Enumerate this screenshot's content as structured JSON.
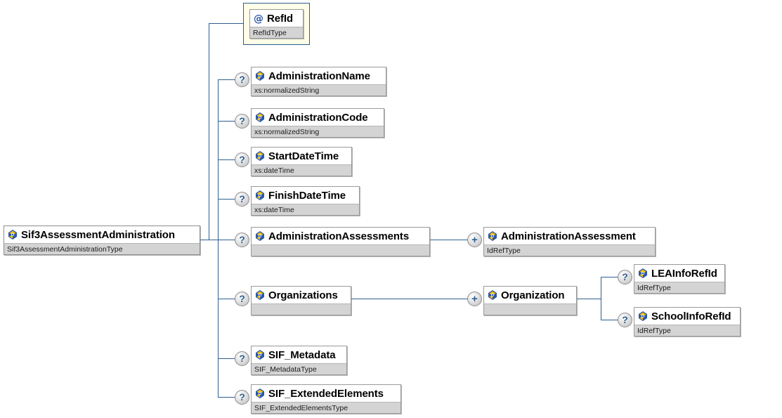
{
  "diagram": {
    "title": "Sif3AssessmentAdministration",
    "kind": "xml-schema-tree",
    "colors": {
      "line": "#2e5f8f",
      "node_border": "#9a9a9a",
      "type_bar": "#d4d4d4",
      "attribute_frame_fill": "#fdfde8",
      "marker_glyph": "#2e5f8f"
    },
    "markers": {
      "optional": "?",
      "expand": "+",
      "attribute_icon": "@",
      "element_icon": "element-diamond-icon"
    }
  },
  "root": {
    "name": "Sif3AssessmentAdministration",
    "type": "Sif3AssessmentAdministrationType"
  },
  "attributes": [
    {
      "name": "RefId",
      "type": "RefIdType",
      "icon": "at-sign-icon",
      "optional": false
    }
  ],
  "children": [
    {
      "name": "AdministrationName",
      "type": "xs:normalizedString",
      "optional": true,
      "expandable": false
    },
    {
      "name": "AdministrationCode",
      "type": "xs:normalizedString",
      "optional": true,
      "expandable": false
    },
    {
      "name": "StartDateTime",
      "type": "xs:dateTime",
      "optional": true,
      "expandable": false
    },
    {
      "name": "FinishDateTime",
      "type": "xs:dateTime",
      "optional": true,
      "expandable": false
    },
    {
      "name": "AdministrationAssessments",
      "type": "",
      "optional": true,
      "expandable": false
    },
    {
      "name": "Organizations",
      "type": "",
      "optional": true,
      "expandable": false
    },
    {
      "name": "SIF_Metadata",
      "type": "SIF_MetadataType",
      "optional": true,
      "expandable": false
    },
    {
      "name": "SIF_ExtendedElements",
      "type": "SIF_ExtendedElementsType",
      "optional": true,
      "expandable": false
    }
  ],
  "grandchildren": [
    {
      "name": "AdministrationAssessment",
      "type": "IdRefType",
      "optional": false,
      "expandable": true,
      "parent": "AdministrationAssessments"
    },
    {
      "name": "Organization",
      "type": "",
      "optional": false,
      "expandable": true,
      "parent": "Organizations"
    }
  ],
  "greatgrandchildren": [
    {
      "name": "LEAInfoRefId",
      "type": "IdRefType",
      "optional": true,
      "expandable": false,
      "parent": "Organization"
    },
    {
      "name": "SchoolInfoRefId",
      "type": "IdRefType",
      "optional": true,
      "expandable": false,
      "parent": "Organization"
    }
  ]
}
